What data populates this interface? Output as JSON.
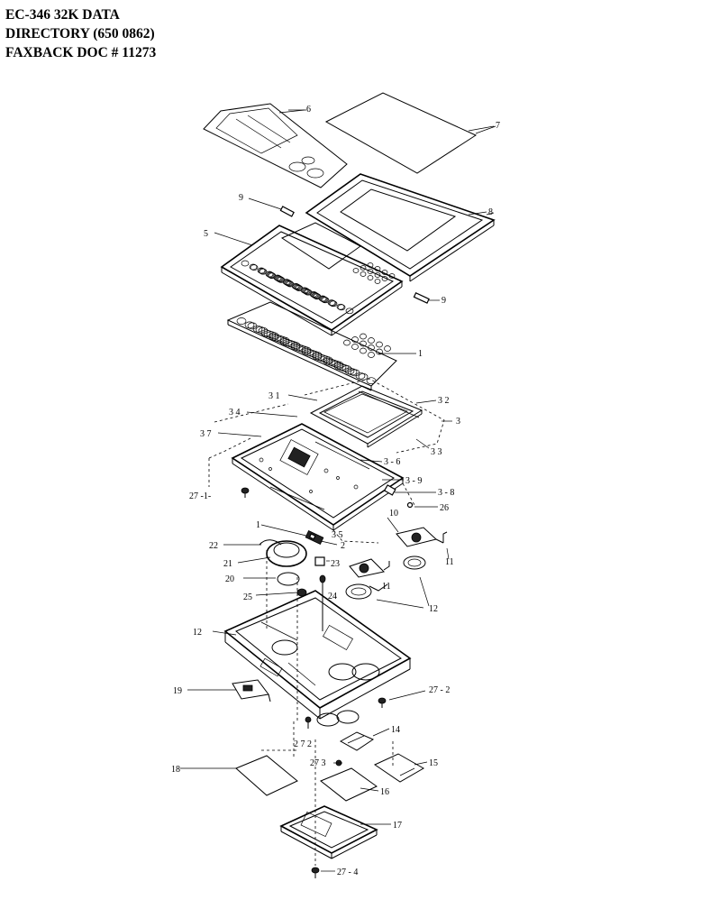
{
  "header": {
    "line1": "EC-346 32K DATA",
    "line2": "DIRECTORY  (650 0862)",
    "line3": "FAXBACK DOC # 11273"
  },
  "labels": {
    "6": "6",
    "7": "7",
    "8": "8",
    "9a": "9",
    "5": "5",
    "9b": "9",
    "1a": "1",
    "31": "3 1",
    "32": "3 2",
    "34": "3 4",
    "3": "3",
    "37": "3 7",
    "33": "3 3",
    "36": "3 - 6",
    "39": "3 - 9",
    "38": "3 - 8",
    "271": "27 -1-",
    "26": "26",
    "10": "10",
    "1b": "1",
    "2": "2",
    "35": "3 5",
    "22": "22",
    "21": "21",
    "23": "23",
    "11a": "11",
    "11b": "11",
    "20": "20",
    "25": "25",
    "24": "24",
    "12a": "12",
    "12b": "12",
    "19": "19",
    "272": "27 - 2",
    "27b": "2 7  2",
    "14": "14",
    "273": "27   3",
    "15": "15",
    "18": "18",
    "16": "16",
    "17": "17",
    "274": "27 - 4"
  }
}
